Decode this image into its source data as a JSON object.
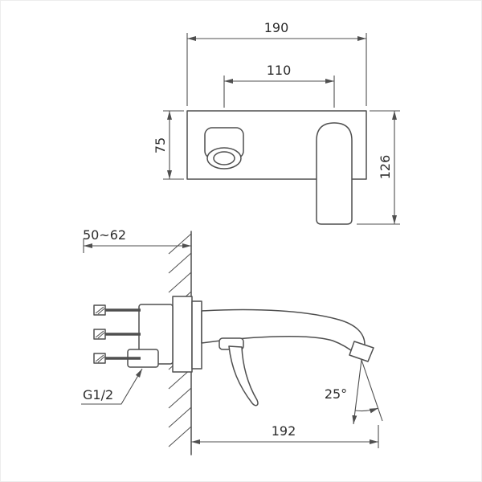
{
  "page": {
    "background": "#ffffff",
    "line_color": "#4f4f4f",
    "text_color": "#2b2b2b"
  },
  "front_view": {
    "dim_width": "190",
    "dim_hole_spacing": "110",
    "dim_plate_height": "75",
    "dim_handle_height": "126"
  },
  "side_view": {
    "dim_wall_depth_range": "50~62",
    "thread_label": "G1/2",
    "dim_spout_reach": "192",
    "dim_flow_angle": "25°"
  }
}
